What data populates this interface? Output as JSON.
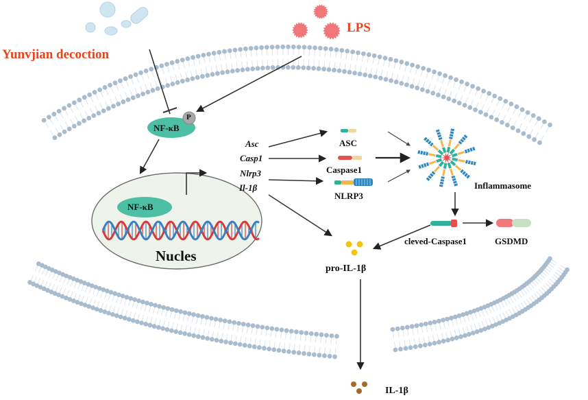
{
  "labels": {
    "herb": "Yunvjian decoction",
    "lps": "LPS",
    "nfkb_cyto": "NF-κB",
    "phospho": "P",
    "nfkb_nuc": "NF-κB",
    "nucleus": "Nucles",
    "genes": [
      "Asc",
      "Casp1",
      "Nlrp3",
      "Il-1β"
    ],
    "asc": "ASC",
    "caspase1": "Caspase1",
    "nlrp3": "NLRP3",
    "inflammasome": "Inflammasome",
    "cleaved_casp1": "cleved-Caspase1",
    "gsdmd": "GSDMD",
    "pro_il1b": "pro-IL-1β",
    "il1b": "IL-1β"
  },
  "colors": {
    "label_red": "#e8431d",
    "lps": "#f0767a",
    "pills": "#cfe6f2",
    "nfkb": "#4cbfa5",
    "membrane_head": "#a9bccd",
    "membrane_tail": "#d9e4ee",
    "nucleus_fill": "#eef3ec",
    "dna_red": "#d63b3b",
    "dna_blue": "#3a7fc1",
    "pro_il1b": "#f1c40f",
    "il1b": "#a5692c"
  }
}
